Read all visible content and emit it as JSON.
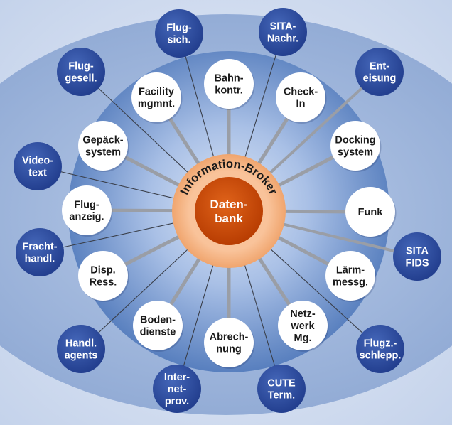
{
  "center": {
    "broker_label": "Information-Broker",
    "core_lines": [
      "Daten-",
      "bank"
    ]
  },
  "inner_nodes": [
    {
      "id": "bahnkontr",
      "lines": [
        "Bahn-",
        "kontr."
      ]
    },
    {
      "id": "checkin",
      "lines": [
        "Check-",
        "In"
      ]
    },
    {
      "id": "docking",
      "lines": [
        "Docking",
        "system"
      ]
    },
    {
      "id": "funk",
      "lines": [
        "Funk"
      ]
    },
    {
      "id": "laermmessg",
      "lines": [
        "Lärm-",
        "messg."
      ]
    },
    {
      "id": "netzwerk",
      "lines": [
        "Netz-",
        "werk",
        "Mg."
      ]
    },
    {
      "id": "abrechnung",
      "lines": [
        "Abrech-",
        "nung"
      ]
    },
    {
      "id": "bodendienste",
      "lines": [
        "Boden-",
        "dienste"
      ]
    },
    {
      "id": "dispress",
      "lines": [
        "Disp.",
        "Ress."
      ]
    },
    {
      "id": "fluganzeig",
      "lines": [
        "Flug-",
        "anzeig."
      ]
    },
    {
      "id": "gepaeck",
      "lines": [
        "Gepäck-",
        "system"
      ]
    },
    {
      "id": "facility",
      "lines": [
        "Facility",
        "mgmnt."
      ]
    }
  ],
  "outer_nodes": [
    {
      "id": "flugsich",
      "lines": [
        "Flug-",
        "sich."
      ]
    },
    {
      "id": "sitanachr",
      "lines": [
        "SITA-",
        "Nachr."
      ]
    },
    {
      "id": "enteisung",
      "lines": [
        "Ent-",
        "eisung"
      ]
    },
    {
      "id": "sitafids",
      "lines": [
        "SITA",
        "FIDS"
      ]
    },
    {
      "id": "flugzschlepp",
      "lines": [
        "Flugz.-",
        "schlepp."
      ]
    },
    {
      "id": "cuteterm",
      "lines": [
        "CUTE",
        "Term."
      ]
    },
    {
      "id": "internetprov",
      "lines": [
        "Inter-",
        "net-",
        "prov."
      ]
    },
    {
      "id": "handlagents",
      "lines": [
        "Handl.",
        "agents"
      ]
    },
    {
      "id": "frachthandl",
      "lines": [
        "Fracht-",
        "handl."
      ]
    },
    {
      "id": "videotext",
      "lines": [
        "Video-",
        "text"
      ]
    },
    {
      "id": "fluggesell",
      "lines": [
        "Flug-",
        "gesell."
      ]
    }
  ],
  "colors": {
    "page_background": "#cdd9ee",
    "outer_ellipse": "#9fb6db",
    "inner_disc": "#5f86c4",
    "spoke": "#9a9ea6",
    "thin_line": "#3a3f4a",
    "broker_ring": "#f7b98a",
    "core": "#cc4a06",
    "outer_node": "#2f4d9e",
    "inner_node": "#ffffff"
  }
}
